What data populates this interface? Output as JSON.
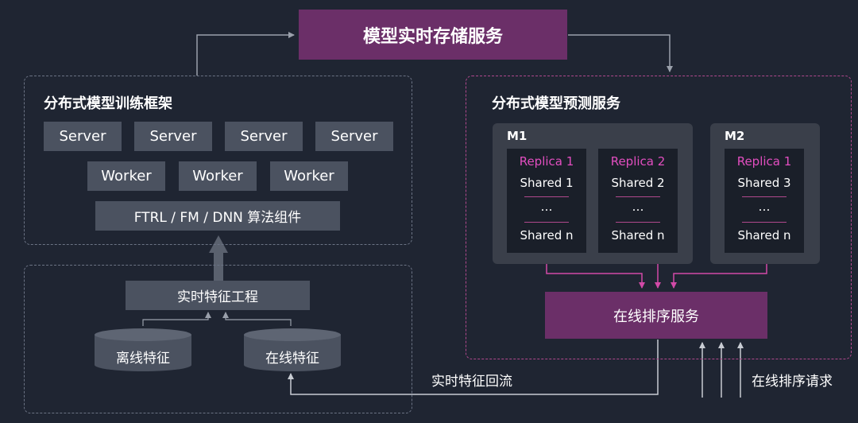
{
  "storage": {
    "title": "模型实时存储服务"
  },
  "training": {
    "title": "分布式模型训练框架",
    "servers": [
      "Server",
      "Server",
      "Server",
      "Server"
    ],
    "workers": [
      "Worker",
      "Worker",
      "Worker"
    ],
    "algo": "FTRL / FM / DNN 算法组件"
  },
  "feature": {
    "engineering": "实时特征工程",
    "offline": "离线特征",
    "online": "在线特征"
  },
  "prediction": {
    "title": "分布式模型预测服务",
    "models": [
      {
        "name": "M1",
        "replicas": [
          {
            "name": "Replica 1",
            "first": "Shared 1",
            "ellipsis": "…",
            "last": "Shared n"
          },
          {
            "name": "Replica 2",
            "first": "Shared 2",
            "ellipsis": "…",
            "last": "Shared n"
          }
        ]
      },
      {
        "name": "M2",
        "replicas": [
          {
            "name": "Replica 1",
            "first": "Shared 3",
            "ellipsis": "…",
            "last": "Shared n"
          }
        ]
      }
    ],
    "ranking": "在线排序服务"
  },
  "flows": {
    "feedback": "实时特征回流",
    "request": "在线排序请求"
  },
  "colors": {
    "background": "#1f2532",
    "box": "#4b5260",
    "purple": "#6b2f68",
    "pink": "#e24ec0",
    "connector": "#8a919e"
  }
}
